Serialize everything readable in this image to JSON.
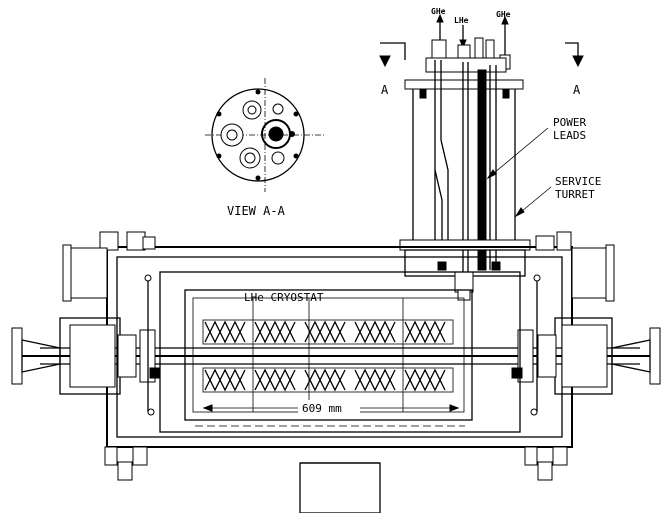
{
  "labels": {
    "ghe_left": "GHe",
    "lhe": "LHe",
    "ghe_right": "GHe",
    "section_a_left": "A",
    "section_a_right": "A",
    "view": "VIEW  A-A",
    "power_leads": "POWER\nLEADS",
    "service_turret": "SERVICE\nTURRET",
    "cryostat": "LHe  CRYOSTAT",
    "dimension": "609  mm"
  },
  "colors": {
    "ink": "#000000",
    "paper": "#ffffff"
  }
}
